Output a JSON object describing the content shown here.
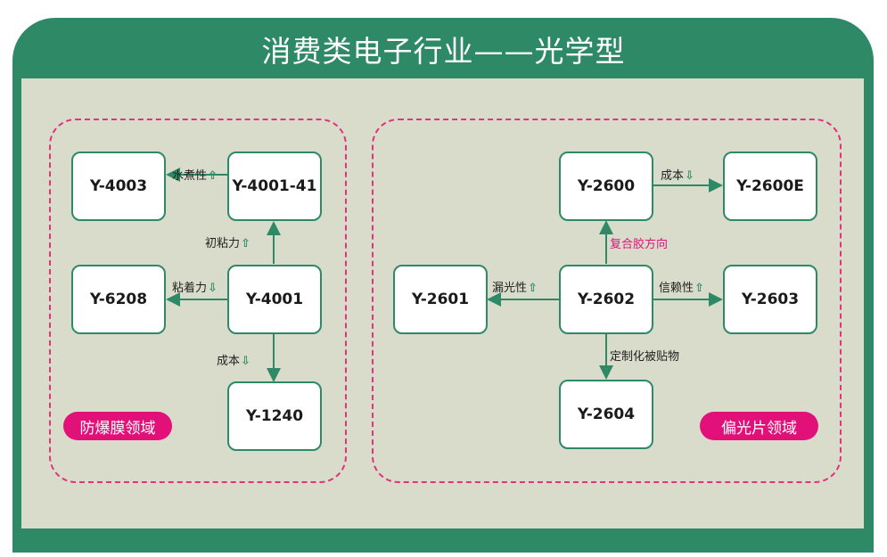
{
  "title": "消费类电子行业——光学型",
  "colors": {
    "green": "#2e8a66",
    "pink": "#e2117a",
    "panel": "#d9dccb"
  },
  "left_region": {
    "tag": "防爆膜领域",
    "nodes": {
      "y4003": "Y-4003",
      "y4001_41": "Y-4001-41",
      "y6208": "Y-6208",
      "y4001": "Y-4001",
      "y1240": "Y-1240"
    },
    "edges": {
      "to_y4003": {
        "text": "水煮性",
        "arrow": "up"
      },
      "to_y4001_41": {
        "text": "初粘力",
        "arrow": "up"
      },
      "to_y6208": {
        "text": "粘着力",
        "arrow": "down"
      },
      "to_y1240": {
        "text": "成本",
        "arrow": "down"
      }
    }
  },
  "right_region": {
    "tag": "偏光片领域",
    "nodes": {
      "y2600": "Y-2600",
      "y2600e": "Y-2600E",
      "y2601": "Y-2601",
      "y2602": "Y-2602",
      "y2603": "Y-2603",
      "y2604": "Y-2604"
    },
    "edges": {
      "to_y2600e": {
        "text": "成本",
        "arrow": "down"
      },
      "to_y2600": {
        "text": "复合胶方向"
      },
      "to_y2601": {
        "text": "漏光性",
        "arrow": "up"
      },
      "to_y2603": {
        "text": "信赖性",
        "arrow": "up"
      },
      "to_y2604": {
        "text": "定制化被贴物"
      }
    }
  }
}
